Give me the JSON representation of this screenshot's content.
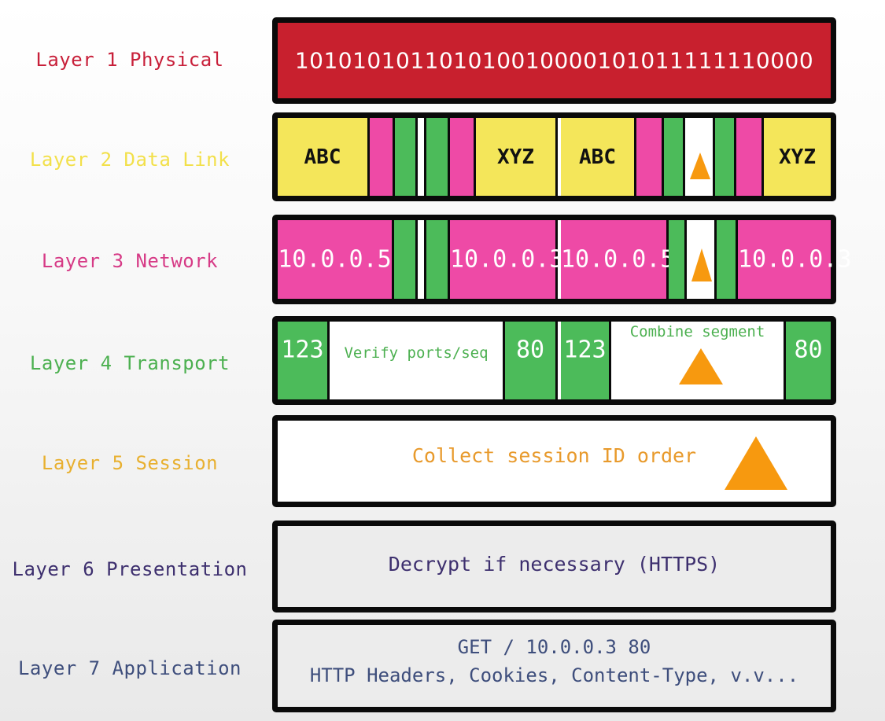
{
  "layers": [
    {
      "label": "Layer 1 Physical",
      "color": "#c8203a"
    },
    {
      "label": "Layer 2 Data Link",
      "color": "#f2e04a"
    },
    {
      "label": "Layer 3 Network",
      "color": "#d63a86"
    },
    {
      "label": "Layer 4 Transport",
      "color": "#4cb050"
    },
    {
      "label": "Layer 5 Session",
      "color": "#e8b030"
    },
    {
      "label": "Layer 6 Presentation",
      "color": "#3d2f6e"
    },
    {
      "label": "Layer 7 Application",
      "color": "#3e4e7c"
    }
  ],
  "physical": {
    "bits": "101010101101010010000101011111110000",
    "bg": "#c8202e"
  },
  "datalink": {
    "frame1_left": "ABC",
    "frame1_right": "XYZ",
    "frame2_left": "ABC",
    "frame2_right": "XYZ"
  },
  "network": {
    "p1_src": "10.0.0.5",
    "p1_dst": "10.0.0.3",
    "p2_src": "10.0.0.5",
    "p2_dst": "10.0.0.3"
  },
  "transport": {
    "s1_src_port": "123",
    "s1_text": "Verify ports/seq",
    "s1_dst_port": "80",
    "s2_src_port": "123",
    "s2_text": "Combine segment",
    "s2_dst_port": "80"
  },
  "session": {
    "text": "Collect session ID order",
    "text_color": "#e89a2c"
  },
  "presentation": {
    "text": "Decrypt if necessary (HTTPS)",
    "text_color": "#3d2f6e"
  },
  "application": {
    "line1": "GET / 10.0.0.3 80",
    "line2": "HTTP Headers, Cookies, Content-Type, v.v...",
    "text_color": "#3e4e7c"
  },
  "triangle_color": "#f7990f"
}
